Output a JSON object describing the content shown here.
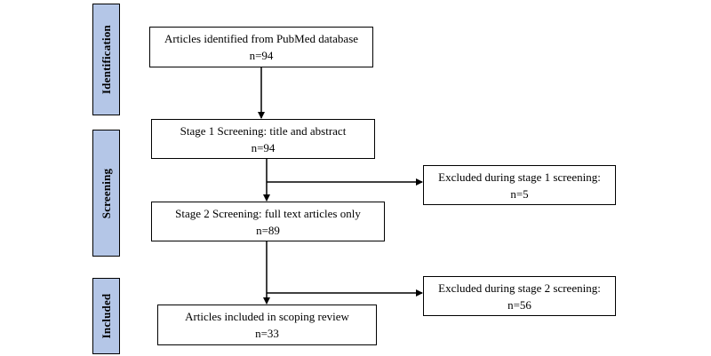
{
  "colors": {
    "stage_fill": "#b4c6e7",
    "line": "#000000",
    "box_fill": "#ffffff"
  },
  "stages": {
    "identification": "Identification",
    "screening": "Screening",
    "included": "Included"
  },
  "boxes": {
    "identified": {
      "text": "Articles identified from PubMed database",
      "count": "n=94"
    },
    "stage1": {
      "text": "Stage 1 Screening: title and abstract",
      "count": "n=94"
    },
    "excluded1": {
      "text": "Excluded during stage 1 screening:",
      "count": "n=5"
    },
    "stage2": {
      "text": "Stage 2 Screening: full text articles only",
      "count": "n=89"
    },
    "excluded2": {
      "text": "Excluded during stage 2 screening:",
      "count": "n=56"
    },
    "included": {
      "text": "Articles included in scoping review",
      "count": "n=33"
    }
  }
}
